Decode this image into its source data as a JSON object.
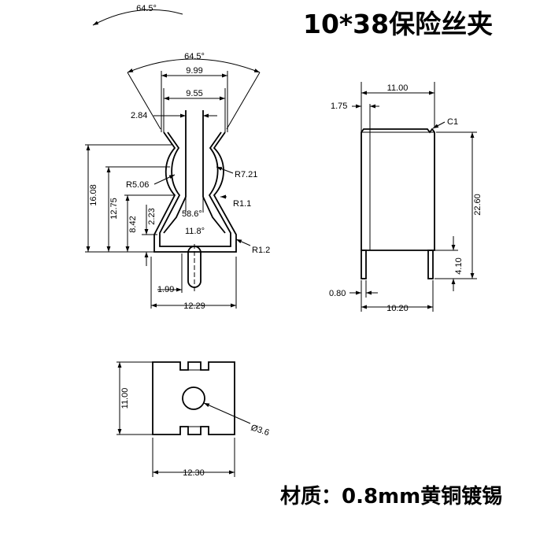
{
  "title": "10*38保险丝夹",
  "material": "材质：0.8mm黄铜镀锡",
  "front_view": {
    "angle_top": "64.5°",
    "angle_main": "64.5°",
    "width_outer": "9.99",
    "width_inner": "9.55",
    "lip": "2.84",
    "radius_left": "R5.06",
    "radius_right": "R7.21",
    "radius_small": "R1.1",
    "radius_base": "R1.2",
    "height_total": "16.08",
    "height_mid": "12.75",
    "height_low": "8.42",
    "height_min": "2.23",
    "angle_inner": "58.6°",
    "angle_base": "11.8°",
    "pin_offset": "1.99",
    "base_width": "12.29"
  },
  "side_view": {
    "top_width": "11.00",
    "thickness": "1.75",
    "chamfer": "C1",
    "height": "22.60",
    "pin_length": "4.10",
    "pin_thickness": "0.80",
    "bottom_width": "10.20"
  },
  "bottom_view": {
    "height": "11.00",
    "hole": "Ø3.6",
    "width": "12.30"
  }
}
